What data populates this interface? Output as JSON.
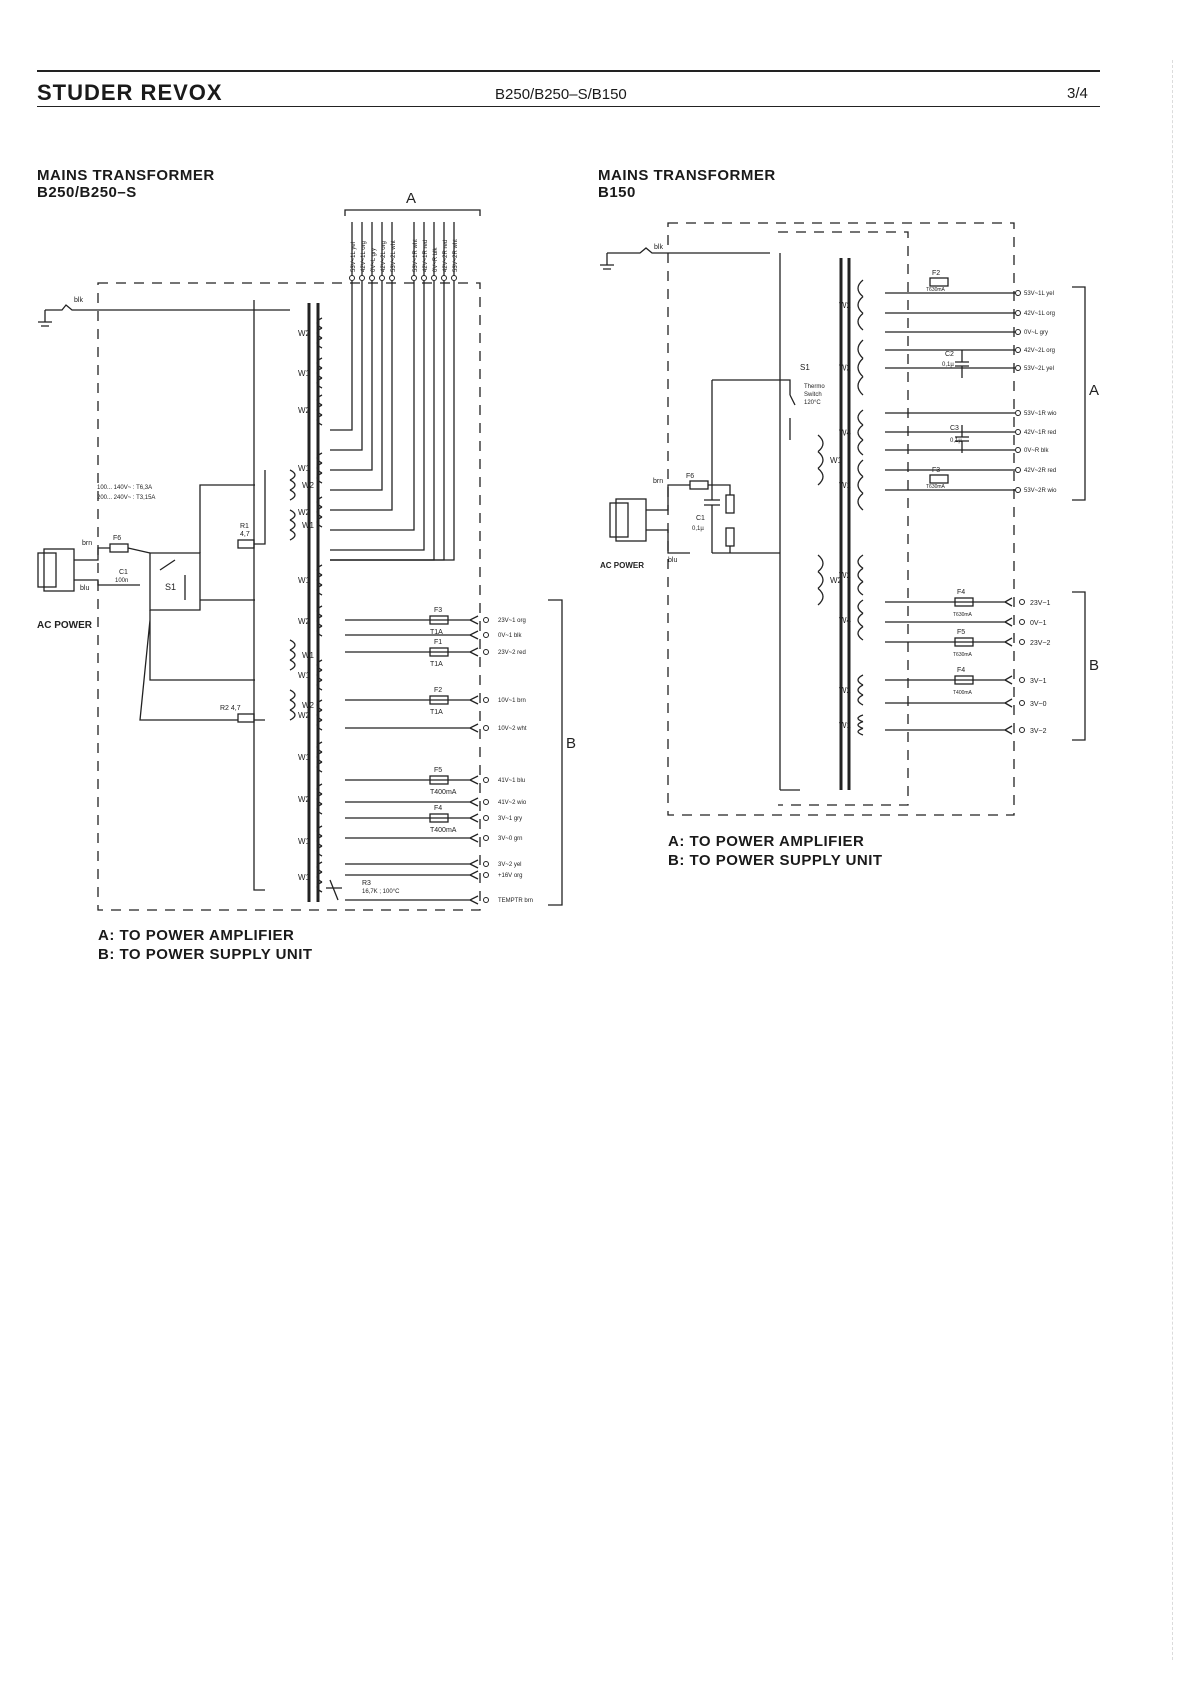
{
  "header": {
    "brand": "STUDER REVOX",
    "models": "B250/B250–S/B150",
    "page": "3/4"
  },
  "left_diagram": {
    "title_line1": "MAINS TRANSFORMER",
    "title_line2": "B250/B250–S",
    "group_a": "A",
    "group_b": "B",
    "ac_power": "AC POWER",
    "ground_wire": "blk",
    "brown_wire": "brn",
    "blue_wire": "blu",
    "voltage_note1": "100... 140V~ : T6,3A",
    "voltage_note2": "200... 240V~ : T3,15A",
    "fuse_f6": "F6",
    "cap_c1": "C1",
    "cap_c1_val": "100n",
    "switch_s1": "S1",
    "res_r1": "R1",
    "res_r1_val": "4,7",
    "res_r2": "R2 4,7",
    "top_wires": [
      "53V~1L yel",
      "42V~1L org",
      "0V~L gry",
      "42V~2L org",
      "53V~2L wht",
      "53V~1R wht",
      "42V~1R red",
      "0V~R blk",
      "42V~2R red",
      "53V~2R wht"
    ],
    "windings": [
      "W2",
      "W1",
      "W2",
      "W1",
      "W2",
      "W1",
      "W2",
      "W1",
      "W2",
      "W1",
      "W2",
      "W1",
      "W1",
      "W2",
      "W1"
    ],
    "outputs": [
      {
        "fuse": "F3",
        "rating": "T1A",
        "label": "23V~1 org"
      },
      {
        "fuse": "",
        "rating": "",
        "label": "0V~1 blk"
      },
      {
        "fuse": "F1",
        "rating": "T1A",
        "label": "23V~2 red"
      },
      {
        "fuse": "F2",
        "rating": "T1A",
        "label": "10V~1 brn"
      },
      {
        "fuse": "",
        "rating": "",
        "label": "10V~2 wht"
      },
      {
        "fuse": "F5",
        "rating": "T400mA",
        "label": "41V~1 blu"
      },
      {
        "fuse": "",
        "rating": "",
        "label": "41V~2 wio"
      },
      {
        "fuse": "F4",
        "rating": "T400mA",
        "label": "3V~1 gry"
      },
      {
        "fuse": "",
        "rating": "",
        "label": "3V~0 grn"
      },
      {
        "fuse": "",
        "rating": "",
        "label": "3V~2 yel"
      },
      {
        "fuse": "",
        "rating": "",
        "label": "+16V org"
      },
      {
        "fuse": "",
        "rating": "",
        "label": "TEMPTR brn"
      }
    ],
    "thermistor": "R3",
    "thermistor_val": "16,7K ; 100°C",
    "note_a": "A: TO POWER AMPLIFIER",
    "note_b": "B: TO POWER SUPPLY UNIT"
  },
  "right_diagram": {
    "title_line1": "MAINS TRANSFORMER",
    "title_line2": "B150",
    "group_a": "A",
    "group_b": "B",
    "ac_power": "AC POWER",
    "ground_wire": "blk",
    "brown_wire": "brn",
    "blue_wire": "blu",
    "thermo_label": "S1",
    "thermo_desc1": "Thermo",
    "thermo_desc2": "Switch",
    "thermo_desc3": "120°C",
    "cap_c1": "C1",
    "cap_c1_val": "0,1µ",
    "cap_c2": "C2",
    "cap_c2_val": "0,1µ",
    "cap_c3": "C3",
    "cap_c3_val": "0,1µ",
    "fuse_f6": "F6",
    "windings": [
      "W2",
      "W1",
      "W2",
      "W2",
      "W4",
      "W1",
      "W2",
      "W4",
      "W2",
      "W1"
    ],
    "top_outputs": [
      {
        "fuse": "F2",
        "rating": "T630mA",
        "label": "53V~1L yel"
      },
      {
        "fuse": "",
        "rating": "",
        "label": "42V~1L org"
      },
      {
        "fuse": "",
        "rating": "",
        "label": "0V~L gry"
      },
      {
        "fuse": "",
        "rating": "",
        "label": "42V~2L org"
      },
      {
        "fuse": "",
        "rating": "",
        "label": "53V~2L yel"
      },
      {
        "fuse": "",
        "rating": "",
        "label": "53V~1R wio"
      },
      {
        "fuse": "",
        "rating": "",
        "label": "42V~1R red"
      },
      {
        "fuse": "",
        "rating": "",
        "label": "0V~R blk"
      },
      {
        "fuse": "",
        "rating": "",
        "label": "42V~2R red"
      },
      {
        "fuse": "F3",
        "rating": "T630mA",
        "label": "53V~2R wio"
      }
    ],
    "bottom_outputs": [
      {
        "fuse": "F4",
        "rating": "T630mA",
        "label": "23V~1"
      },
      {
        "fuse": "",
        "rating": "",
        "label": "0V~1"
      },
      {
        "fuse": "F5",
        "rating": "T630mA",
        "label": "23V~2"
      },
      {
        "fuse": "F4",
        "rating": "T400mA",
        "label": "3V~1"
      },
      {
        "fuse": "",
        "rating": "",
        "label": "3V~0"
      },
      {
        "fuse": "",
        "rating": "",
        "label": "3V~2"
      }
    ],
    "note_a": "A: TO POWER AMPLIFIER",
    "note_b": "B: TO POWER SUPPLY UNIT"
  }
}
